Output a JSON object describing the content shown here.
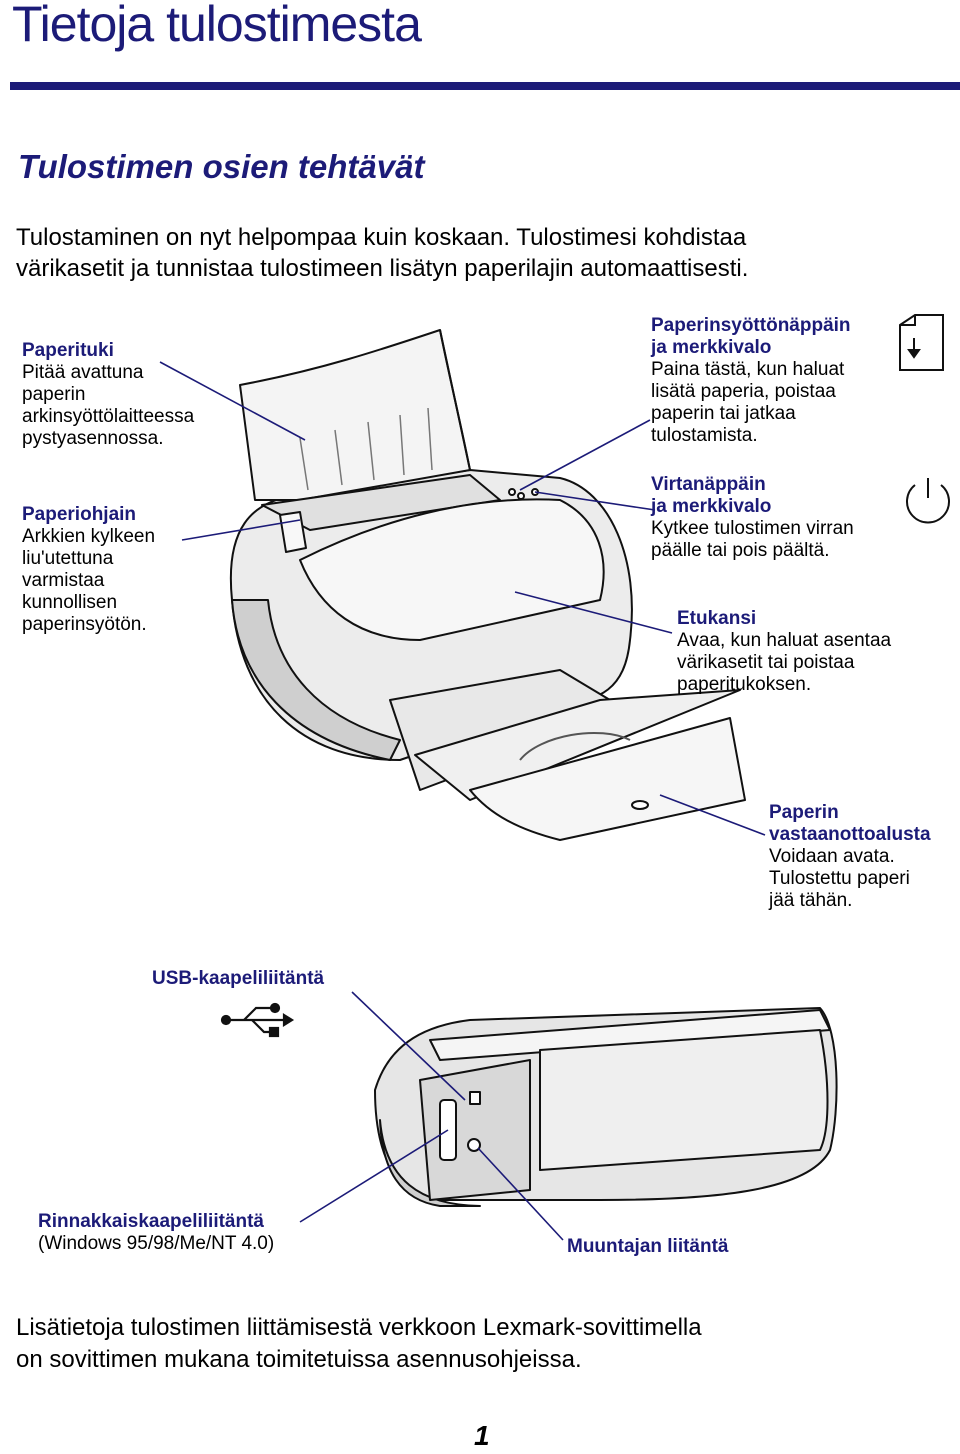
{
  "page": {
    "title": "Tietoja tulostimesta",
    "section_heading": "Tulostimen osien tehtävät",
    "intro_lines": [
      "Tulostaminen on nyt helpompaa kuin koskaan. Tulostimesi kohdistaa",
      "värikasetit ja tunnistaa tulostimeen lisätyn paperilajin automaattisesti."
    ],
    "page_number": "1"
  },
  "callouts": {
    "paperituki": {
      "heading": "Paperituki",
      "body": [
        "Pitää avattuna",
        "paperin",
        "arkinsyöttölaitteessa",
        "pystyasennossa."
      ]
    },
    "paperiohjain": {
      "heading": "Paperiohjain",
      "body": [
        "Arkkien kylkeen",
        "liu'utettuna",
        "varmistaa",
        "kunnollisen",
        "paperinsyötön."
      ]
    },
    "paperinsyotto": {
      "heading": [
        "Paperinsyöttönäppäin",
        "ja merkkivalo"
      ],
      "body": [
        "Paina tästä, kun haluat",
        "lisätä paperia, poistaa",
        "paperin tai jatkaa",
        "tulostamista."
      ]
    },
    "virta": {
      "heading": [
        "Virtanäppäin",
        "ja merkkivalo"
      ],
      "body": [
        "Kytkee tulostimen virran",
        "päälle tai pois päältä."
      ]
    },
    "etukansi": {
      "heading": "Etukansi",
      "body": [
        "Avaa, kun haluat asentaa",
        "värikasetit tai poistaa",
        "paperitukoksen."
      ]
    },
    "vastaanotto": {
      "heading": [
        "Paperin",
        "vastaanottoalusta"
      ],
      "body": [
        "Voidaan avata.",
        "Tulostettu paperi",
        "jää tähän."
      ]
    },
    "usb": {
      "heading": "USB-kaapeliliitäntä"
    },
    "rinnakkais": {
      "heading": "Rinnakkaiskaapeliliitäntä",
      "body": "(Windows 95/98/Me/NT 4.0)"
    },
    "muuntaja": {
      "heading": "Muuntajan liitäntä"
    }
  },
  "footer_lines": [
    "Lisätietoja tulostimen liittämisestä verkkoon Lexmark-sovittimella",
    "on sovittimen mukana toimitetuissa asennusohjeissa."
  ],
  "icons": {
    "paper_feed": "paper-feed-icon",
    "power": "power-icon",
    "usb": "usb-icon"
  },
  "colors": {
    "heading_blue": "#1c1b78",
    "leader_line": "#1c1b78",
    "printer_fill": "#f2f2f2",
    "printer_shade": "#d6d6d6",
    "printer_outline": "#111111"
  }
}
